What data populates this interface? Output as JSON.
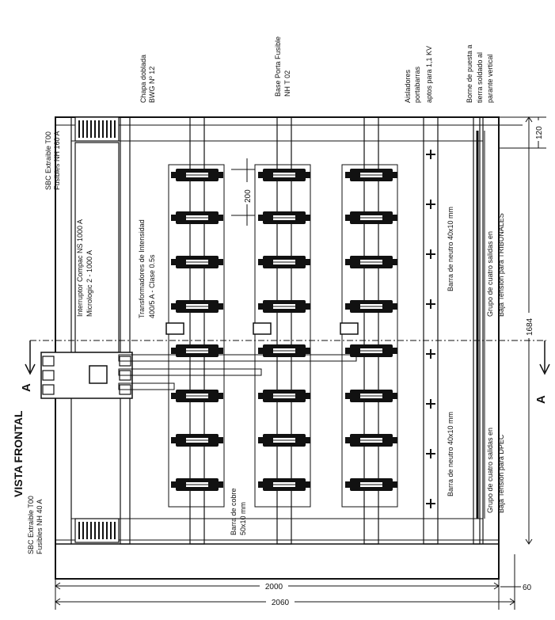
{
  "title": "VISTA FRONTAL",
  "labels": {
    "sbc_top_1": "SBC Extraible T00",
    "sbc_top_2": "Fusibles NH 160 A",
    "chapa_1": "Chapa doblada",
    "chapa_2": "BWG Nº 12",
    "base_1": "Base Porta Fusible",
    "base_2": "NH T 02",
    "aisl_1": "Aisladores",
    "aisl_2": "portabarras",
    "aisl_3": "aptos para 1,1 KV",
    "borne_1": "Borne de puesta a",
    "borne_2": "tierra soldado al",
    "borne_3": "parante vertical",
    "interruptor_1": "Interruptor Compac NS 1000 A",
    "interruptor_2": "Micrologic 2 - 1000 A",
    "trafo_1": "Transformadores de Intensidad",
    "trafo_2": "400/5 A - Clase 0.5s",
    "neutro_top": "Barra de neutro 40x10 mm",
    "neutro_bottom": "Barra de neutro 40x10 mm",
    "grupo_trib_1": "Grupo de cuatro salidas en",
    "grupo_trib_2": "Baja Tensión para TRIBUNALES",
    "grupo_dpec_1": "Grupo de cuatro salidas en",
    "grupo_dpec_2": "Baja Tensión para DPEC",
    "cobre_1": "Barra de cobre",
    "cobre_2": "50x10 mm",
    "sbc_bot_1": "SBC Extraible T00",
    "sbc_bot_2": "Fusibles NH 40 A",
    "section_a": "A"
  },
  "dimensions": {
    "d120": "120",
    "d200": "200",
    "d1684": "1684",
    "d2000": "2000",
    "d2060": "2060",
    "d60": "60"
  }
}
